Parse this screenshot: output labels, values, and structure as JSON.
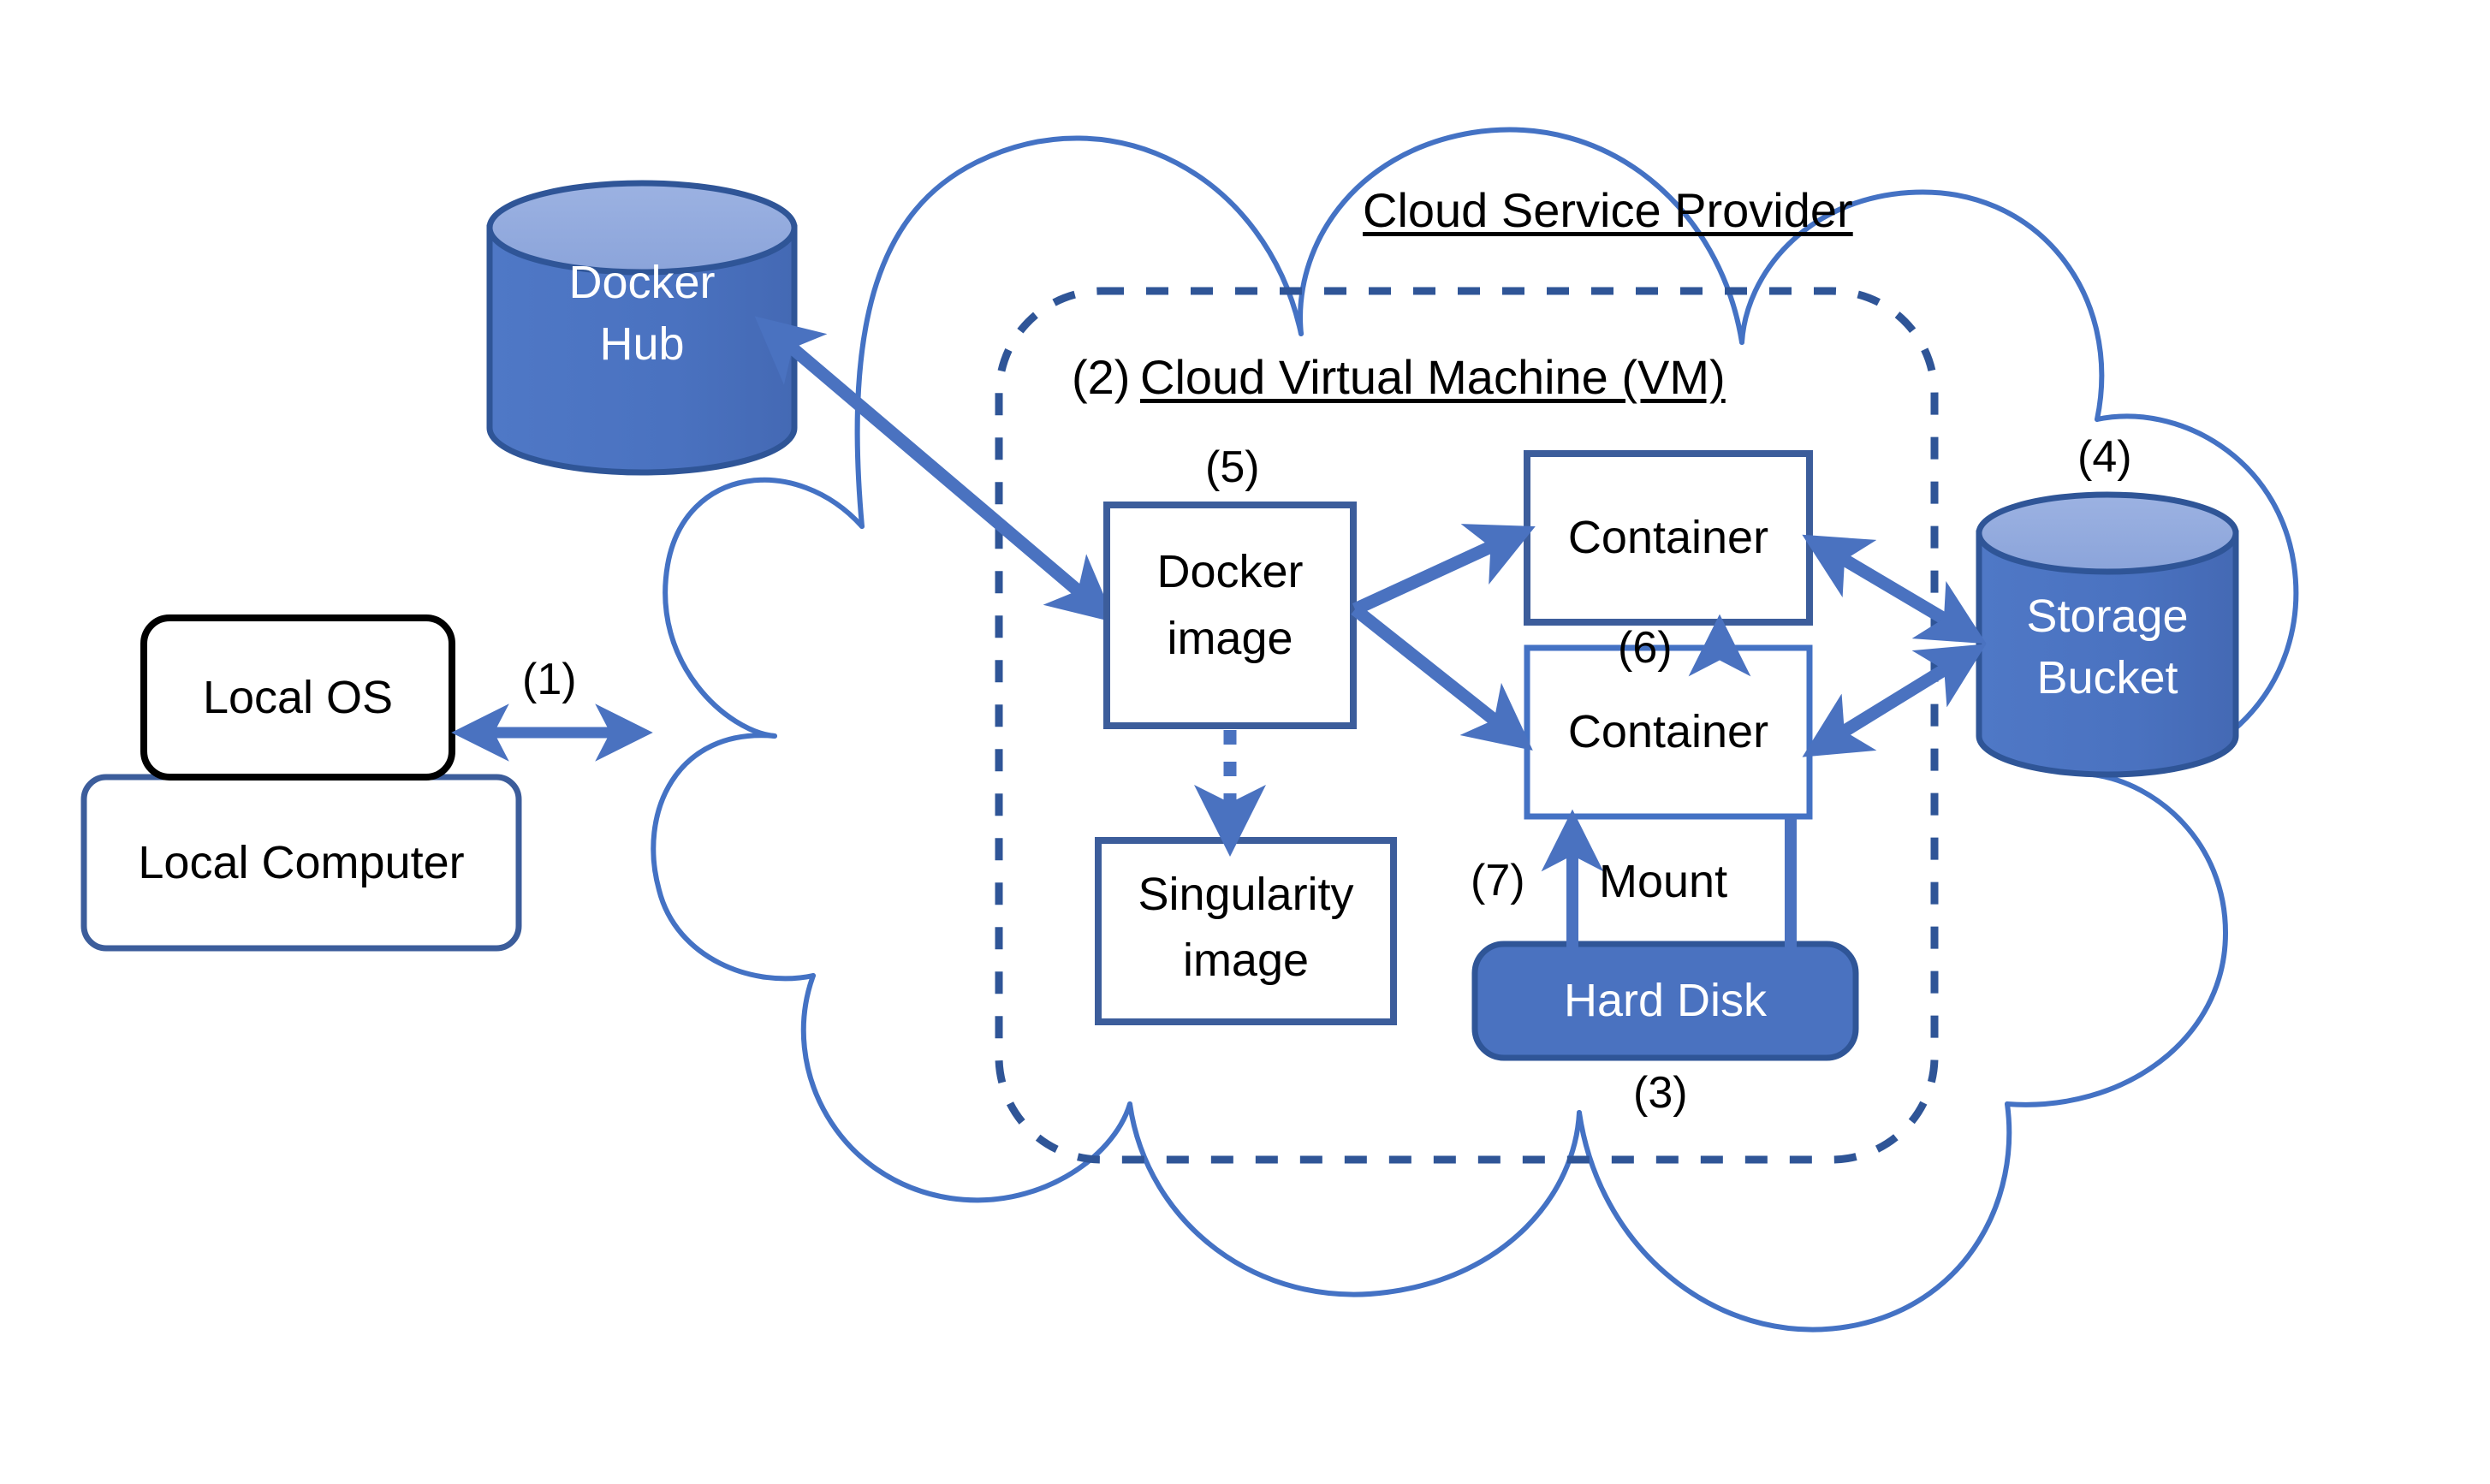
{
  "figure": {
    "type": "architecture-diagram",
    "title_cloud": "Cloud Service Provider",
    "vm_number": "(2)",
    "vm_title": "Cloud Virtual Machine (VM)"
  },
  "nodes": {
    "local_os": {
      "label": "Local OS",
      "shape": "rounded-rect",
      "border": "#000000",
      "fill": "#FFFFFF"
    },
    "local_computer": {
      "label": "Local Computer",
      "shape": "rounded-rect",
      "border": "#2F5597",
      "fill": "#FFFFFF"
    },
    "docker_hub": {
      "label_line1": "Docker",
      "label_line2": "Hub",
      "shape": "cylinder",
      "fill": "#4A72C0",
      "top_fill": "#93AADF",
      "stroke": "#2F5597"
    },
    "docker_image": {
      "label_line1": "Docker",
      "label_line2": "image",
      "number": "(5)",
      "shape": "rect",
      "border": "#3C5D9B",
      "fill": "#FFFFFF"
    },
    "singularity_image": {
      "label_line1": "Singularity",
      "label_line2": "image",
      "shape": "rect",
      "border": "#3C5D9B",
      "fill": "#FFFFFF"
    },
    "container_top": {
      "label": "Container",
      "shape": "rect",
      "border": "#3C5D9B",
      "fill": "#FFFFFF"
    },
    "container_bottom": {
      "label": "Container",
      "shape": "rect",
      "border": "#4472C4",
      "fill": "#FFFFFF"
    },
    "hard_disk": {
      "label": "Hard Disk",
      "number": "(3)",
      "shape": "rounded-rect",
      "fill": "#4A72C0",
      "stroke": "#2F5597"
    },
    "storage_bucket": {
      "label_line1": "Storage",
      "label_line2": "Bucket",
      "number": "(4)",
      "shape": "cylinder",
      "fill": "#4A72C0",
      "top_fill": "#93AADF",
      "stroke": "#2F5597"
    }
  },
  "edges": {
    "local_to_cloud": {
      "number": "(1)",
      "style": "double-arrow",
      "color": "#4A72C0"
    },
    "hub_to_image": {
      "style": "double-arrow",
      "color": "#4A72C0"
    },
    "image_to_container_top": {
      "style": "arrow",
      "color": "#4A72C0"
    },
    "image_to_container_bottom": {
      "style": "arrow",
      "color": "#4A72C0"
    },
    "image_to_singularity": {
      "style": "dotted-arrow",
      "color": "#4A72C0"
    },
    "container_top_to_bucket": {
      "style": "double-arrow",
      "color": "#4A72C0"
    },
    "container_bottom_to_bucket": {
      "style": "double-arrow",
      "color": "#4A72C0"
    },
    "disk_to_container_top": {
      "number": "(6)",
      "style": "arrow",
      "color": "#4A72C0"
    },
    "disk_to_container_bottom": {
      "number": "(7)",
      "label": "Mount",
      "style": "arrow",
      "color": "#4A72C0"
    }
  },
  "legend_numbers": [
    "(1)",
    "(2)",
    "(3)",
    "(4)",
    "(5)",
    "(6)",
    "(7)"
  ],
  "colors": {
    "cloud_stroke": "#4472C4",
    "vm_dash_stroke": "#2F5597",
    "arrow_blue": "#4A72C0",
    "box_border_blue": "#3C5D9B",
    "shape_fill_blue": "#4A72C0",
    "cylinder_top": "#93AADF",
    "text_black": "#000000",
    "text_white": "#FFFFFF"
  }
}
